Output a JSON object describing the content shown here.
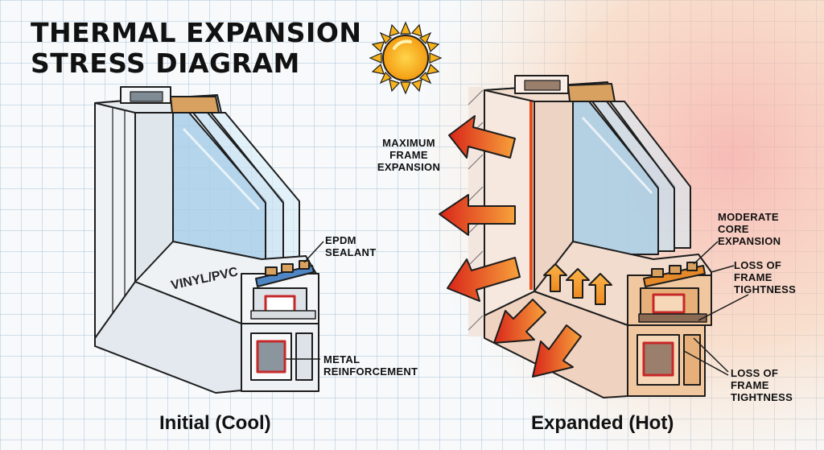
{
  "title": {
    "line1": "THERMAL EXPANSION",
    "line2": "STRESS DIAGRAM"
  },
  "panels": {
    "cool": {
      "caption": "Initial (Cool)",
      "material_label": "VINYL/PVC",
      "callouts": {
        "sealant": [
          "EPDM",
          "SEALANT"
        ],
        "reinforcement": [
          "METAL",
          "REINFORCEMENT"
        ]
      }
    },
    "hot": {
      "caption": "Expanded (Hot)",
      "callouts": {
        "max_expansion": [
          "MAXIMUM",
          "FRAME",
          "EXPANSION"
        ],
        "core_expansion": [
          "MODERATE",
          "CORE",
          "EXPANSION"
        ],
        "tightness_1": [
          "LOSS OF",
          "FRAME",
          "TIGHTNESS"
        ],
        "tightness_2": [
          "LOSS OF",
          "FRAME",
          "TIGHTNESS"
        ]
      }
    }
  },
  "colors": {
    "grid": "#a9c3d8",
    "glass": "#9ec7e2",
    "pvc": "#eef2f5",
    "wood": "#d9a15f",
    "reinforcement": "#c62828",
    "arrow": "#e53a1e",
    "sun": "#f6b31b",
    "outline": "#1d1d1d"
  },
  "icons": [
    "sun-icon",
    "expansion-arrow-icon",
    "heat-arrow-icon"
  ]
}
